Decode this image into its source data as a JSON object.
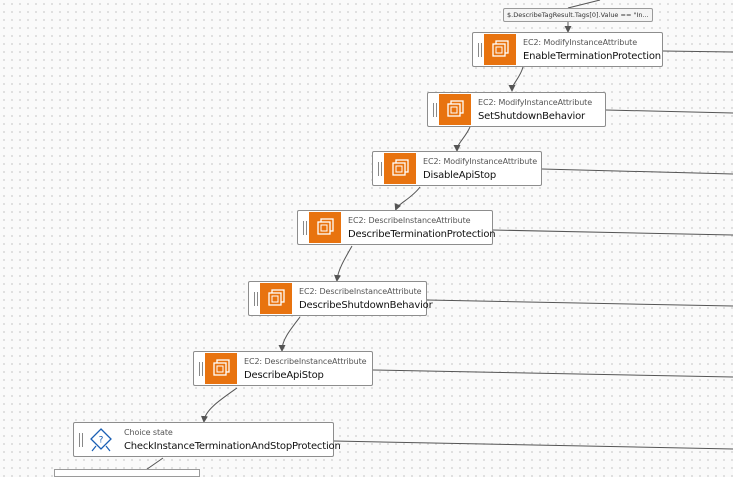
{
  "condition_label": "$.DescribeTagResult.Tags[0].Value == \"In...",
  "states": [
    {
      "subtitle": "EC2: ModifyInstanceAttribute",
      "name": "EnableTerminationProtection",
      "icon": "ec2-instance-icon"
    },
    {
      "subtitle": "EC2: ModifyInstanceAttribute",
      "name": "SetShutdownBehavior",
      "icon": "ec2-instance-icon"
    },
    {
      "subtitle": "EC2: ModifyInstanceAttribute",
      "name": "DisableApiStop",
      "icon": "ec2-instance-icon"
    },
    {
      "subtitle": "EC2: DescribeInstanceAttribute",
      "name": "DescribeTerminationProtection",
      "icon": "ec2-instance-icon"
    },
    {
      "subtitle": "EC2: DescribeInstanceAttribute",
      "name": "DescribeShutdownBehavior",
      "icon": "ec2-instance-icon"
    },
    {
      "subtitle": "EC2: DescribeInstanceAttribute",
      "name": "DescribeApiStop",
      "icon": "ec2-instance-icon"
    },
    {
      "subtitle": "Choice state",
      "name": "CheckInstanceTerminationAndStopProtection",
      "icon": "choice-state-icon"
    }
  ],
  "colors": {
    "task_icon_bg": "#e8730f",
    "edge": "#555555",
    "choice_icon": "#1a5fb4"
  }
}
